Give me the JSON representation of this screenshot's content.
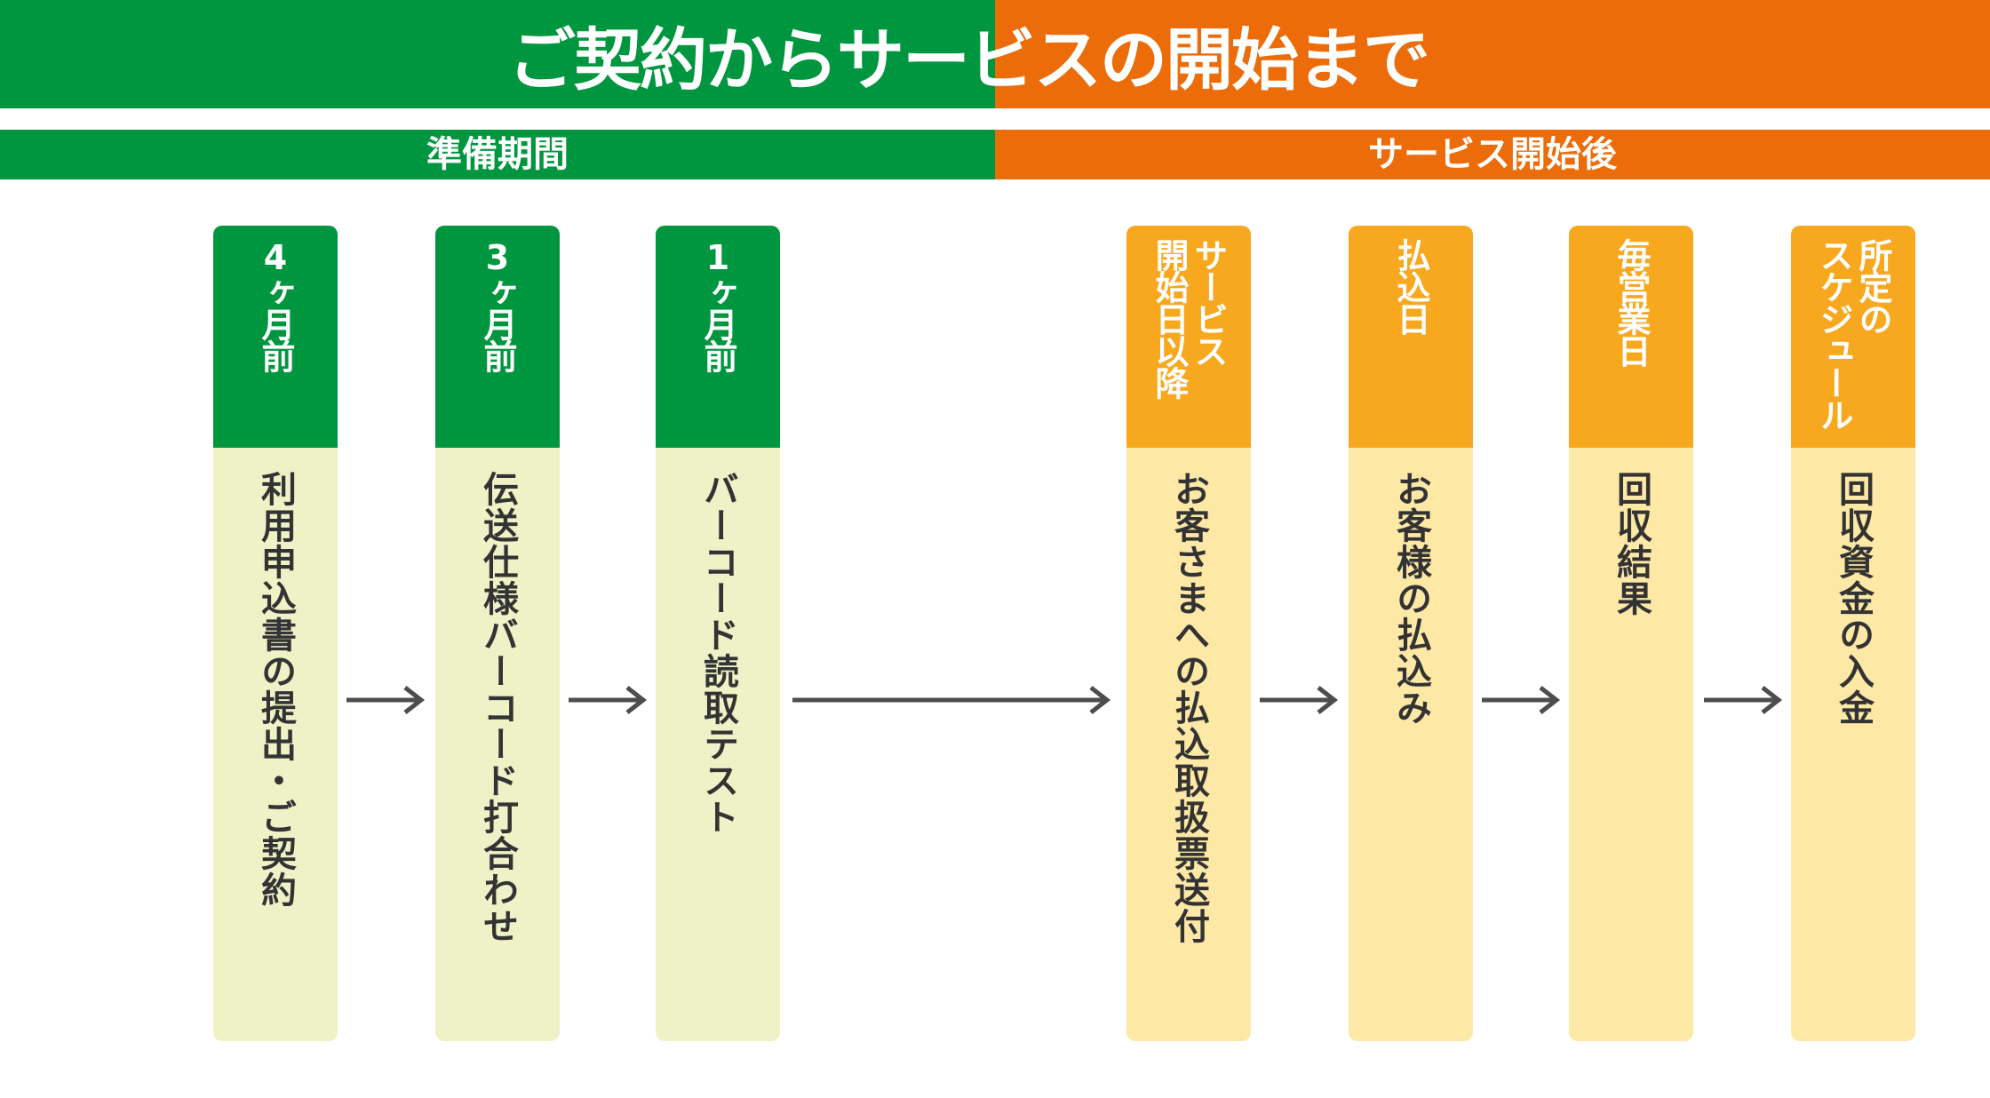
{
  "title": "ご契約からサービスの開始まで",
  "phases": {
    "preparation": "準備期間",
    "after_start": "サービス開始後"
  },
  "steps": [
    {
      "head": "4ヶ月前",
      "body": "利用申込書の提出・ご契約"
    },
    {
      "head": "3ヶ月前",
      "body": "伝送仕様バーコード打合わせ"
    },
    {
      "head": "1ヶ月前",
      "body": "バーコード読取テスト"
    },
    {
      "head": "サービス\n開始日以降",
      "body": "お客さまへの払込取扱票送付"
    },
    {
      "head": "払込日",
      "body": "お客様の払込み"
    },
    {
      "head": "毎営業日",
      "body": "回収結果"
    },
    {
      "head": "所定の\nスケジュール",
      "body": "回収資金の入金"
    }
  ],
  "colors": {
    "green": "#00963f",
    "orange": "#eb6c09",
    "green_body": "#eef2c6",
    "orange_head": "#f7a81f",
    "orange_body": "#fde8a6",
    "arrow": "#4d4d4d"
  }
}
